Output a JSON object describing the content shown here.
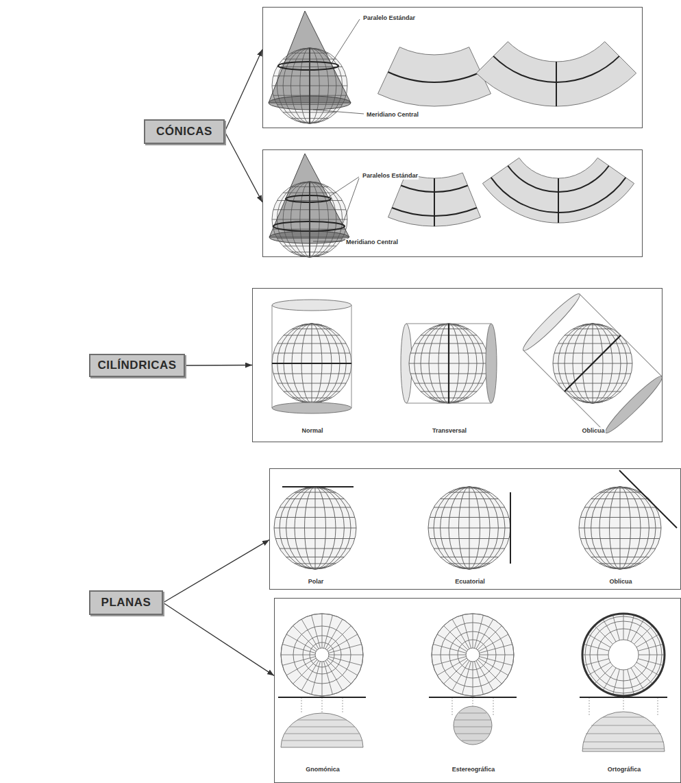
{
  "diagram": {
    "nodes": [
      {
        "text": [
          "CÓNICAS"
        ]
      },
      {
        "text": [
          "Paralelo Estándar",
          "Meridiano Central"
        ]
      },
      {
        "text": [
          "Paralelos Estándar",
          "Meridiano Central"
        ]
      },
      {
        "text": [
          "CILÍNDRICAS"
        ]
      },
      {
        "text": [
          "Normal",
          "Transversal",
          "Oblicua"
        ]
      },
      {
        "text": [
          "PLANAS"
        ]
      },
      {
        "text": [
          "Polar",
          "Ecuatorial",
          "Oblicua"
        ]
      },
      {
        "text": [
          "Gnomónica",
          "Estereográfica",
          "Ortográfica"
        ]
      }
    ],
    "edges": [
      {
        "from": 0,
        "to": 1,
        "arrow": "to"
      },
      {
        "from": 0,
        "to": 2,
        "arrow": "to"
      },
      {
        "from": 3,
        "to": 4,
        "arrow": "to"
      },
      {
        "from": 5,
        "to": 6,
        "arrow": "to"
      },
      {
        "from": 5,
        "to": 7,
        "arrow": "to"
      }
    ]
  }
}
